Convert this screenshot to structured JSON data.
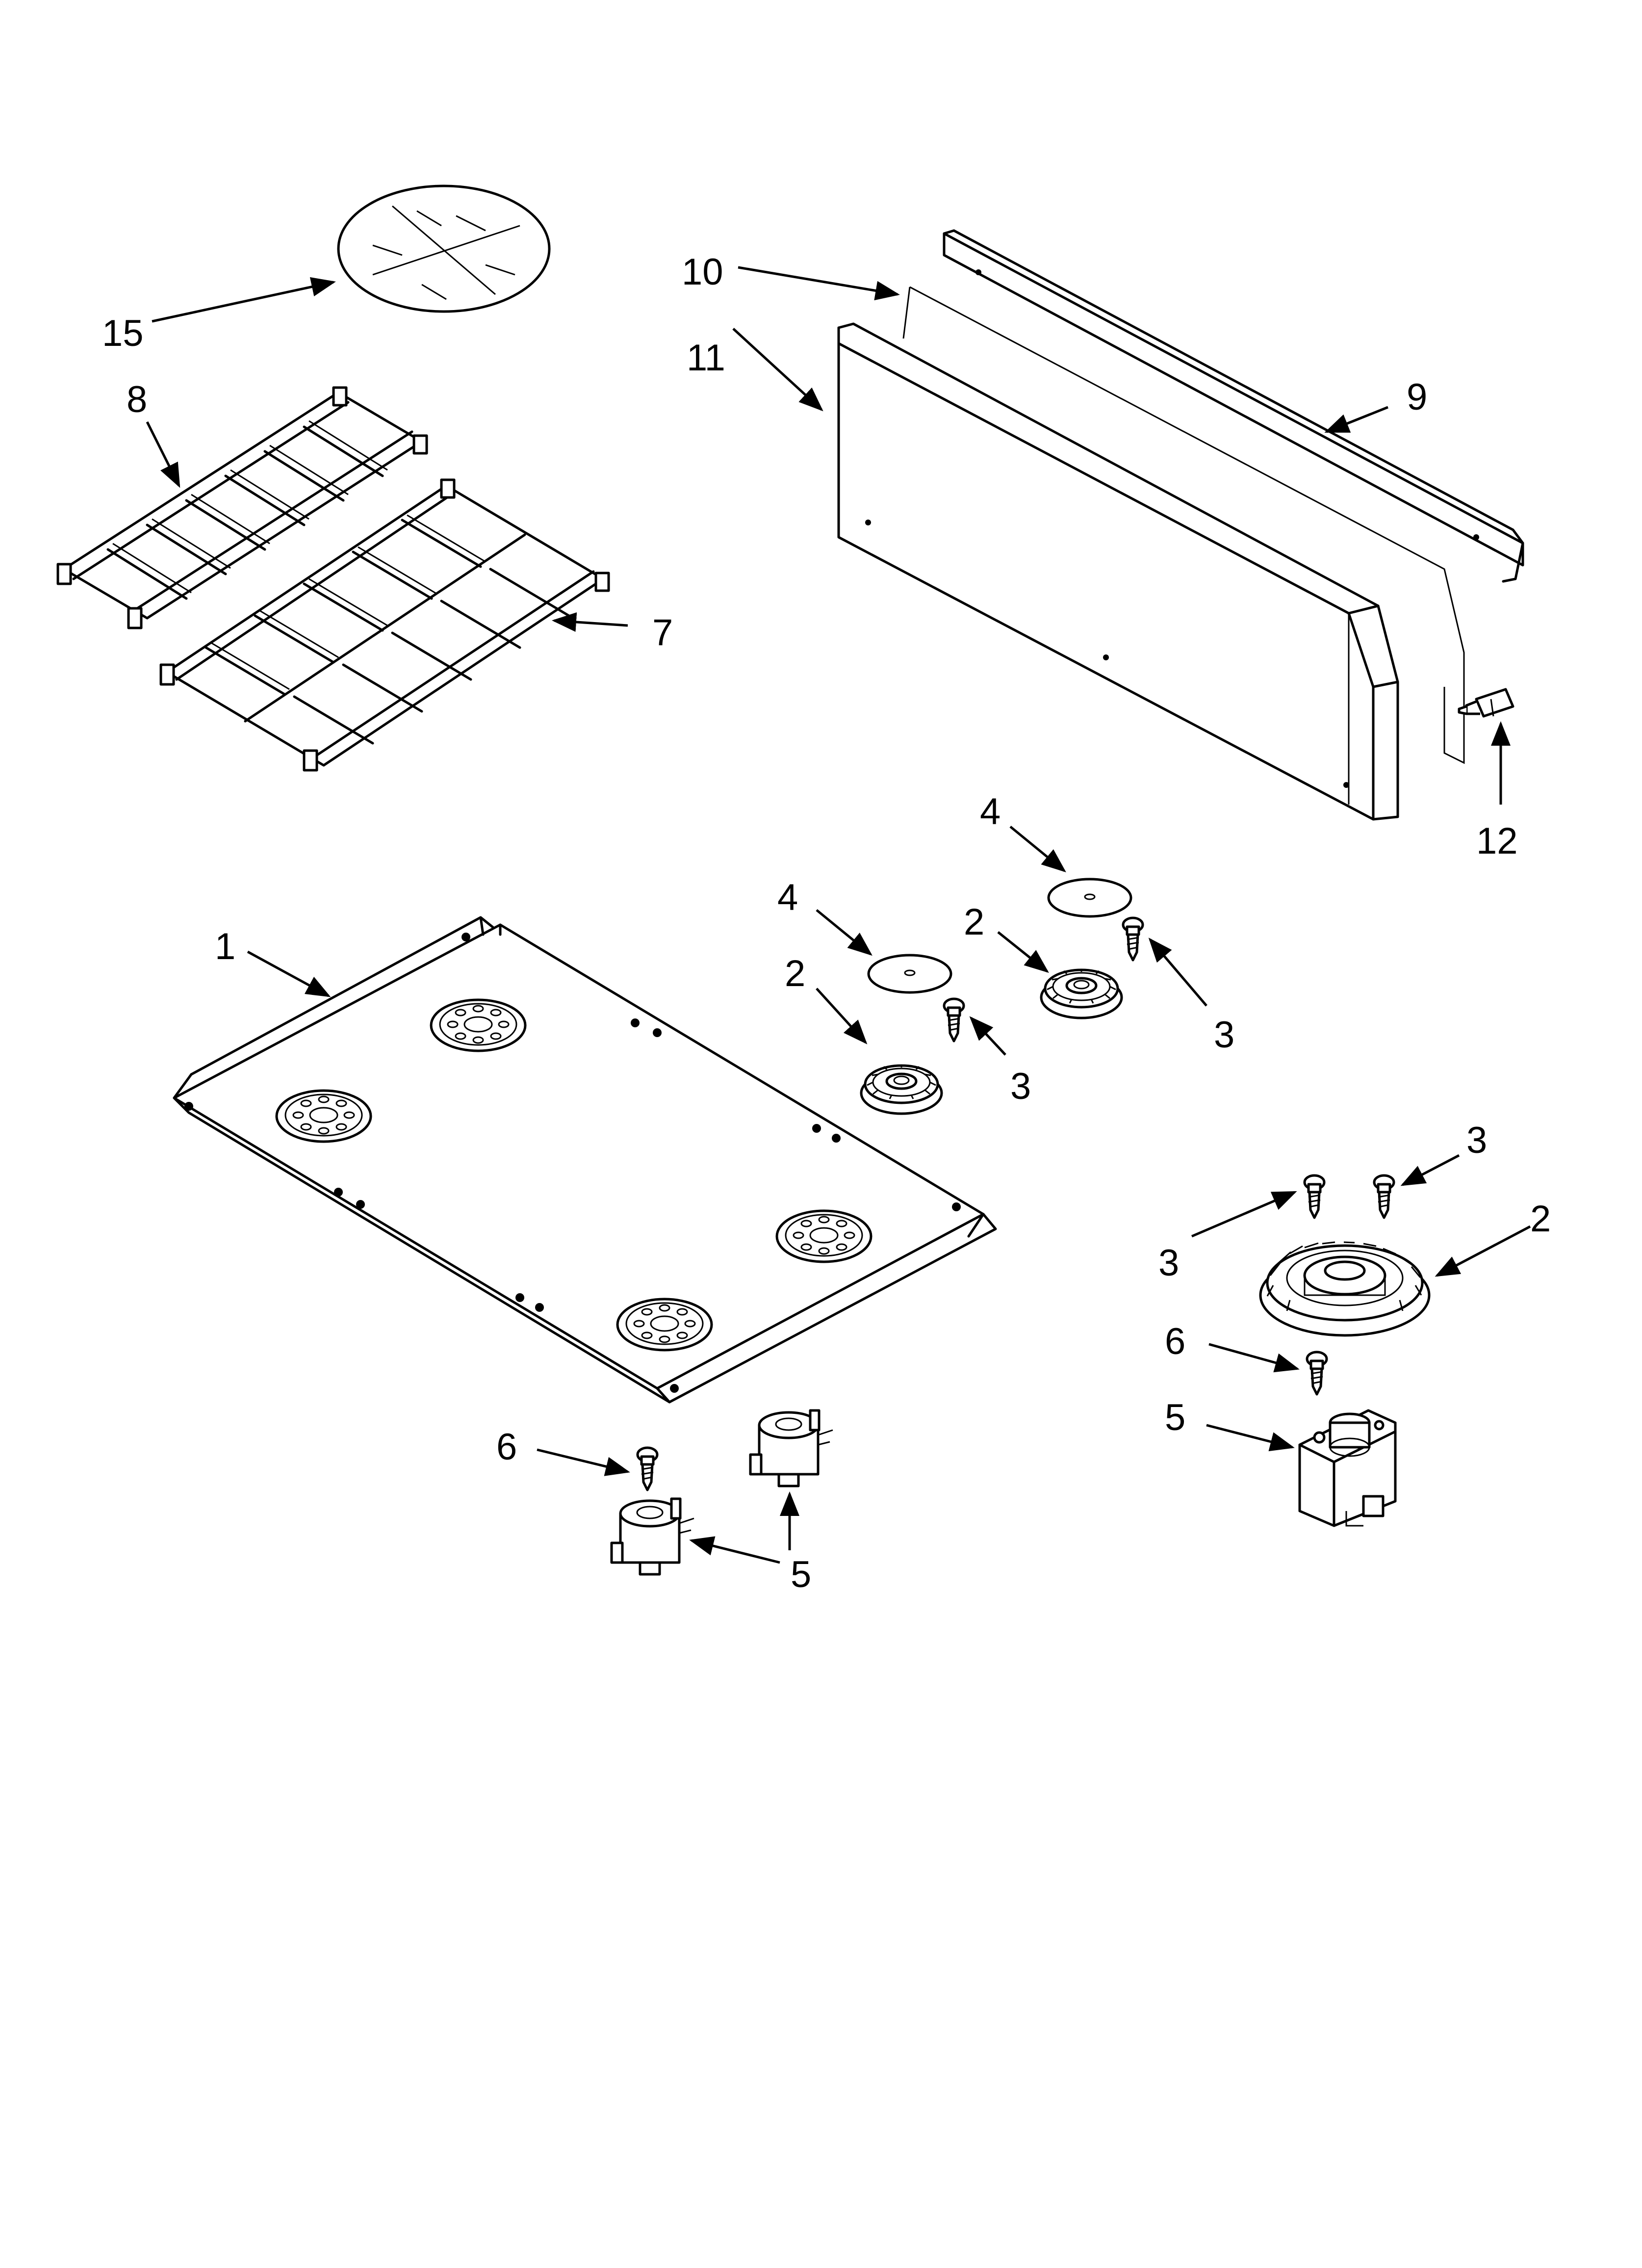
{
  "callouts": [
    {
      "id": "15",
      "text": "15"
    },
    {
      "id": "8",
      "text": "8"
    },
    {
      "id": "7",
      "text": "7"
    },
    {
      "id": "10",
      "text": "10"
    },
    {
      "id": "11",
      "text": "11"
    },
    {
      "id": "9",
      "text": "9"
    },
    {
      "id": "12",
      "text": "12"
    },
    {
      "id": "1",
      "text": "1"
    },
    {
      "id": "4a",
      "text": "4"
    },
    {
      "id": "4b",
      "text": "4"
    },
    {
      "id": "2a",
      "text": "2"
    },
    {
      "id": "2b",
      "text": "2"
    },
    {
      "id": "2c",
      "text": "2"
    },
    {
      "id": "3a",
      "text": "3"
    },
    {
      "id": "3b",
      "text": "3"
    },
    {
      "id": "3c",
      "text": "3"
    },
    {
      "id": "3d",
      "text": "3"
    },
    {
      "id": "6a",
      "text": "6"
    },
    {
      "id": "6b",
      "text": "6"
    },
    {
      "id": "5a",
      "text": "5"
    },
    {
      "id": "5b",
      "text": "5"
    }
  ]
}
